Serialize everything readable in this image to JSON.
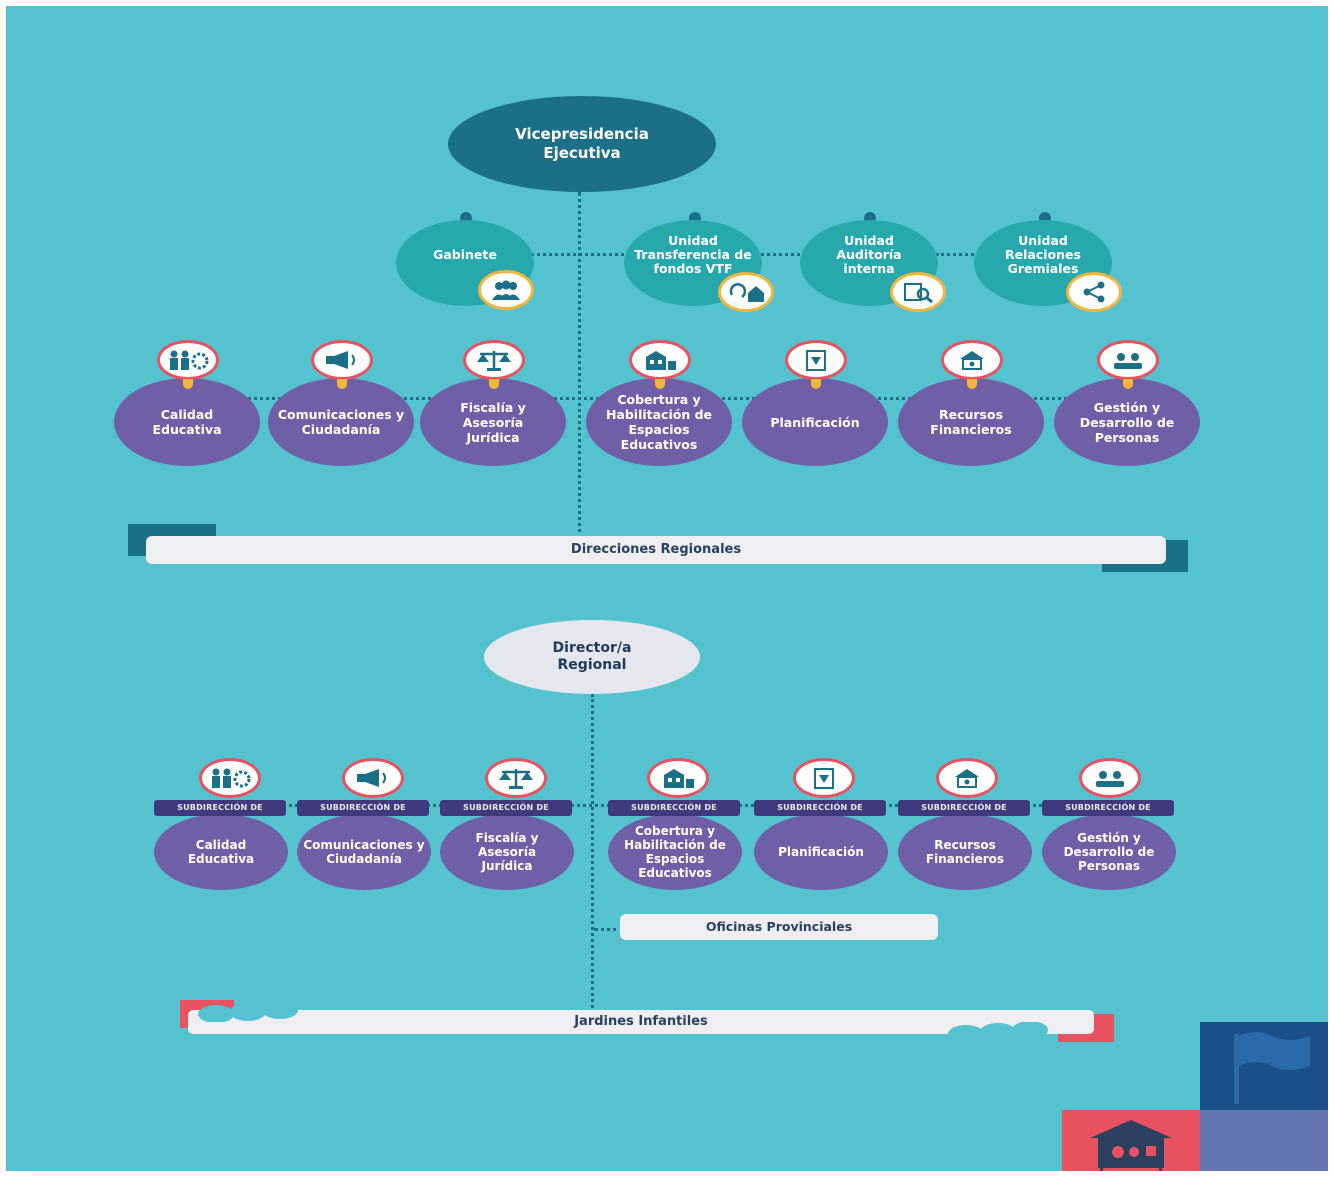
{
  "top": {
    "vicepresidencia": "Vicepresidencia Ejecutiva"
  },
  "units": [
    {
      "label": "Gabinete",
      "icon": "people-group-icon"
    },
    {
      "label": "Unidad Transferencia de fondos VTF",
      "icon": "transfer-house-icon"
    },
    {
      "label": "Unidad Auditoría interna",
      "icon": "audit-search-icon"
    },
    {
      "label": "Unidad Relaciones Gremiales",
      "icon": "network-share-icon"
    }
  ],
  "departments": [
    {
      "label": "Calidad Educativa",
      "icon": "children-gear-icon"
    },
    {
      "label": "Comunicaciones y Ciudadanía",
      "icon": "megaphone-icon"
    },
    {
      "label": "Fiscalía y Asesoría Jurídica",
      "icon": "scales-icon"
    },
    {
      "label": "Cobertura y Habilitación de Espacios Educativos",
      "icon": "building-icon"
    },
    {
      "label": "Planificación",
      "icon": "clipboard-icon"
    },
    {
      "label": "Recursos Financieros",
      "icon": "money-house-icon"
    },
    {
      "label": "Gestión y Desarrollo de Personas",
      "icon": "people-development-icon"
    }
  ],
  "direcciones_regionales": "Direcciones Regionales",
  "director_regional": "Director/a Regional",
  "subdir_prefix": "SUBDIRECCIÓN DE",
  "subdirecciones": [
    {
      "label": "Calidad Educativa"
    },
    {
      "label": "Comunicaciones y Ciudadanía"
    },
    {
      "label": "Fiscalía y Asesoría Jurídica"
    },
    {
      "label": "Cobertura y Habilitación de Espacios Educativos"
    },
    {
      "label": "Planificación"
    },
    {
      "label": "Recursos Financieros"
    },
    {
      "label": "Gestión y Desarrollo de Personas"
    }
  ],
  "oficinas_provinciales": "Oficinas Provinciales",
  "jardines_infantiles": "Jardines Infantiles",
  "colors": {
    "background": "#55c3cf",
    "dark_teal": "#1b6f86",
    "purple": "#6e5fa6",
    "coral": "#e8515f",
    "navy": "#1a4f8a"
  }
}
